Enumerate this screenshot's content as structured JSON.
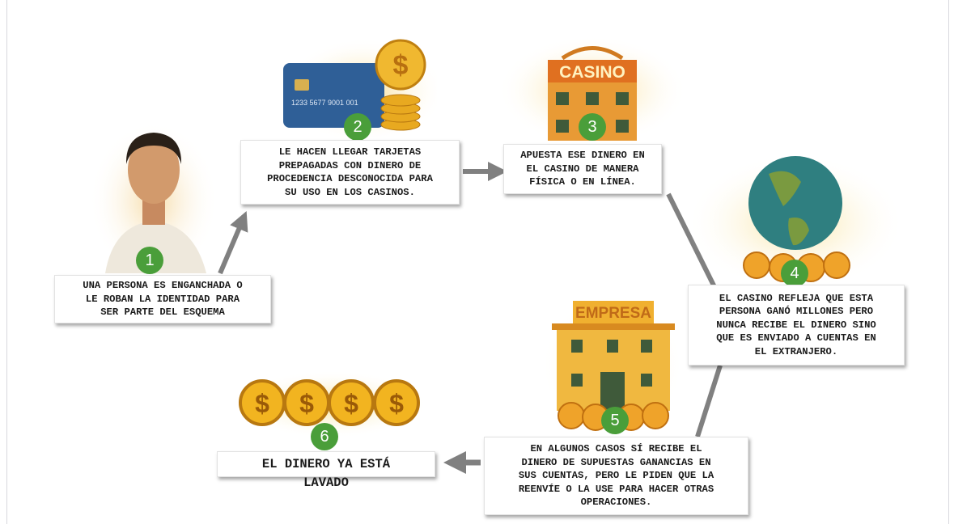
{
  "steps": [
    {
      "number": "1",
      "text": "UNA PERSONA ES ENGANCHADA  O\nLE ROBAN LA IDENTIDAD PARA\nSER PARTE DEL ESQUEMA",
      "illustration": "person-portrait"
    },
    {
      "number": "2",
      "text": "LE HACEN LLEGAR  TARJETAS\nPREPAGADAS CON DINERO DE\nPROCEDENCIA DESCONOCIDA PARA\nSU USO EN LOS CASINOS.",
      "illustration": "prepaid-card-and-coins",
      "card_number": "1233 5677 9001 001"
    },
    {
      "number": "3",
      "text": "APUESTA ESE  DINERO EN\nEL CASINO DE MANERA\nFÍSICA O EN LÍNEA.",
      "illustration": "casino-building",
      "sign": "CASINO"
    },
    {
      "number": "4",
      "text": "EL CASINO REFLEJA  QUE ESTA\nPERSONA GANÓ MILLONES PERO\nNUNCA RECIBE EL DINERO SINO\nQUE ES ENVIADO A CUENTAS EN\nEL EXTRANJERO.",
      "illustration": "globe-with-coins"
    },
    {
      "number": "5",
      "text": "EN ALGUNOS CASOS  SÍ RECIBE EL\nDINERO DE SUPUESTAS GANANCIAS  EN\nSUS CUENTAS, PERO LE PIDEN QUE LA\nREENVÍE O LA USE PARA HACER OTRAS\nOPERACIONES.",
      "illustration": "company-building",
      "sign": "EMPRESA"
    },
    {
      "number": "6",
      "text": "EL DINERO YA ESTÁ",
      "text_overflow": "LAVADO",
      "illustration": "gold-coins"
    }
  ],
  "colors": {
    "badge": "#4a9e3a",
    "arrow": "#808080",
    "gold": "#e8a920",
    "card": "#2f5f97"
  }
}
